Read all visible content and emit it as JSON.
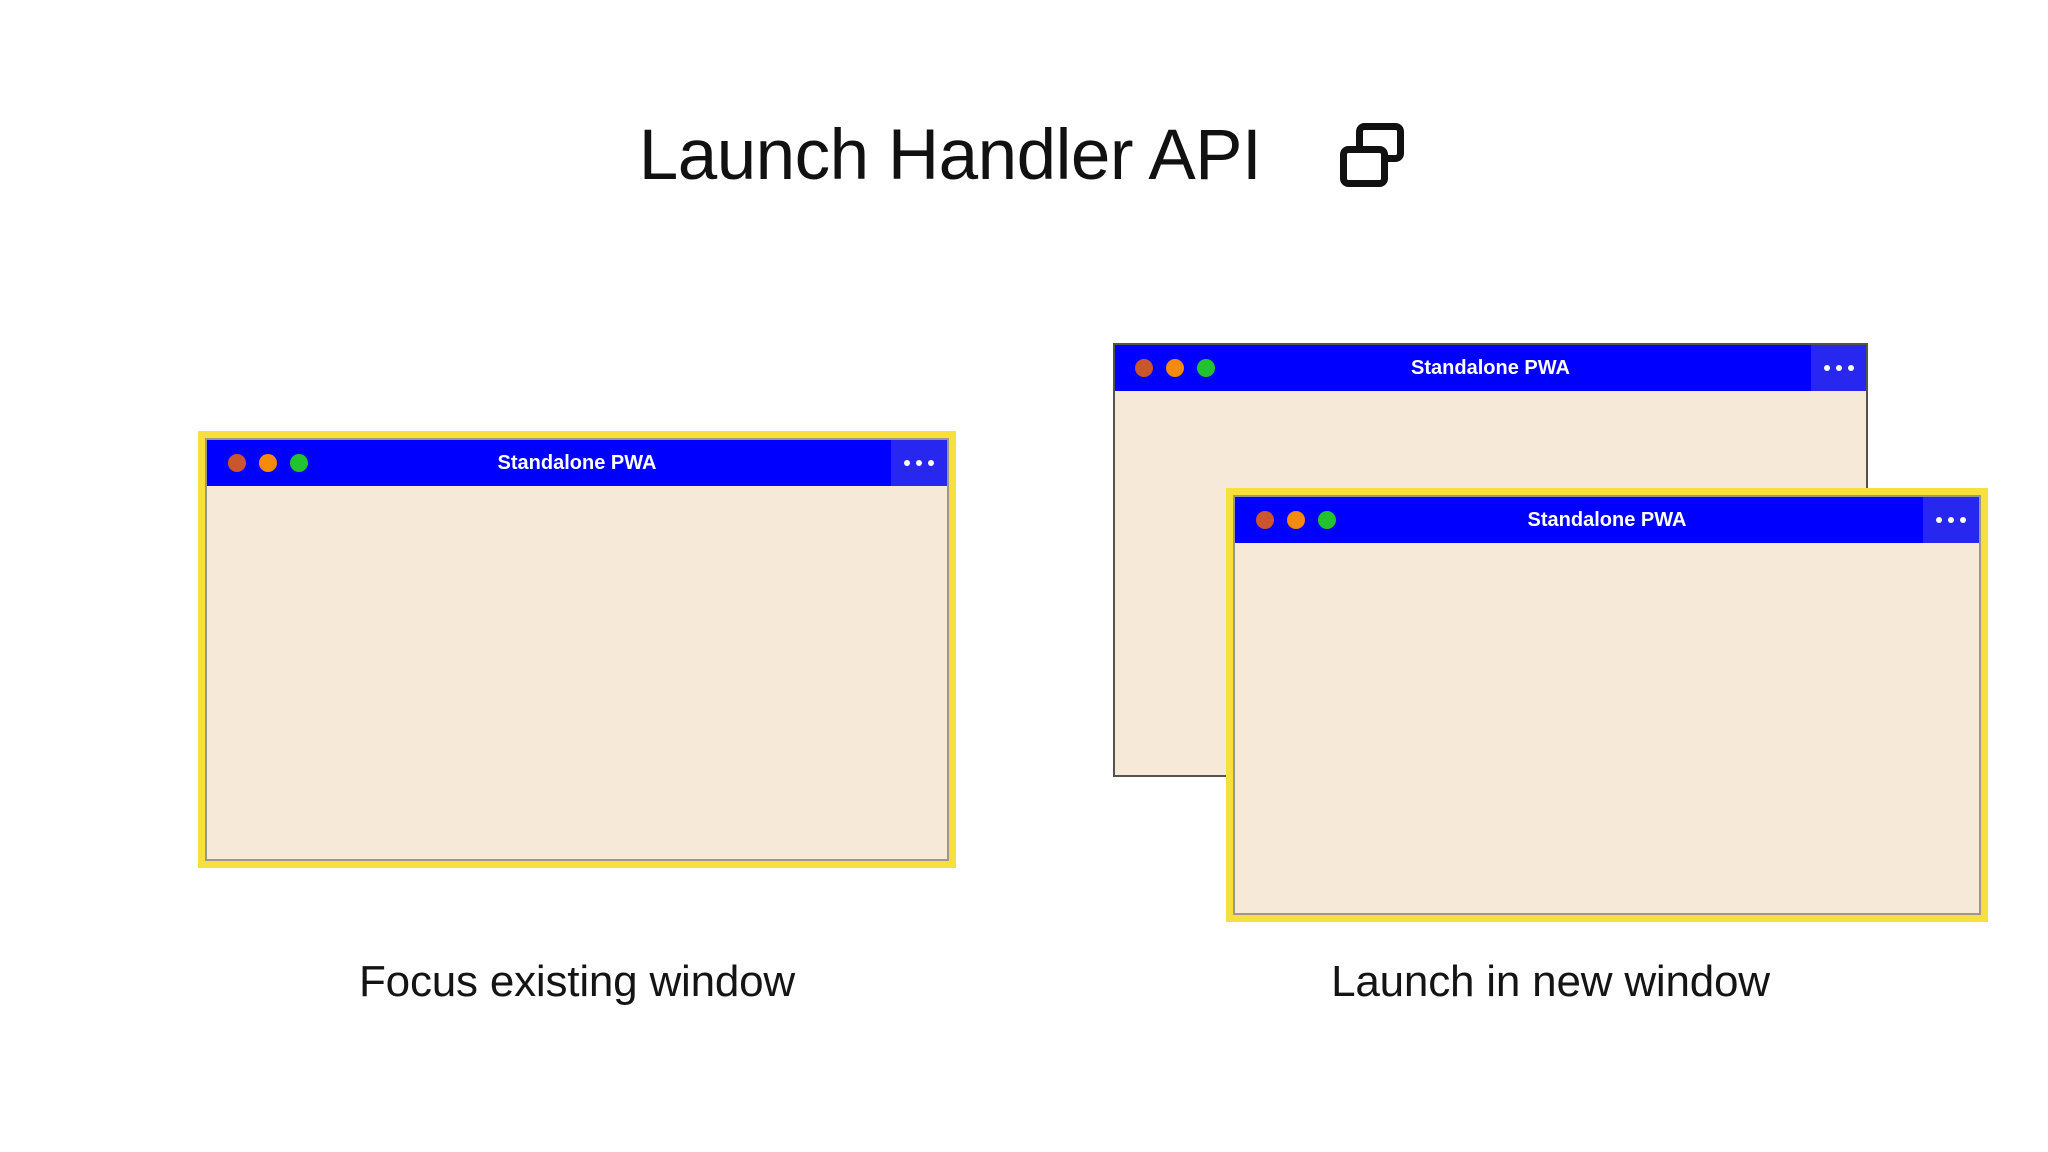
{
  "page": {
    "background": "#FFFFFF",
    "title": "Launch Handler API",
    "title_icon": "multi-window-icon"
  },
  "colors": {
    "titlebar_blue": "#0000FF",
    "menu_panel_blue": "#2727F0",
    "window_body_cream": "#F7E9D8",
    "highlight_frame_yellow": "#F7E03C",
    "window_border_gray": "#9B978D",
    "plain_window_border_gray": "#55534E",
    "dot_red": "#C9562C",
    "dot_amber": "#F68A0C",
    "dot_green": "#22C32E",
    "text_dark": "#141414",
    "title_text_white": "#FFFFFF"
  },
  "scenarios": [
    {
      "id": "focus-existing-window",
      "caption": "Focus existing window",
      "windows": [
        {
          "id": "window-left",
          "title": "Standalone PWA",
          "highlighted": true,
          "menu_label": "…",
          "traffic_lights": [
            "close-dot",
            "minimize-dot",
            "maximize-dot"
          ]
        }
      ]
    },
    {
      "id": "launch-in-new-window",
      "caption": "Launch in new window",
      "windows": [
        {
          "id": "window-right-back",
          "title": "Standalone PWA",
          "highlighted": false,
          "menu_label": "…",
          "traffic_lights": [
            "close-dot",
            "minimize-dot",
            "maximize-dot"
          ]
        },
        {
          "id": "window-right-front",
          "title": "Standalone PWA",
          "highlighted": true,
          "menu_label": "…",
          "traffic_lights": [
            "close-dot",
            "minimize-dot",
            "maximize-dot"
          ]
        }
      ]
    }
  ]
}
